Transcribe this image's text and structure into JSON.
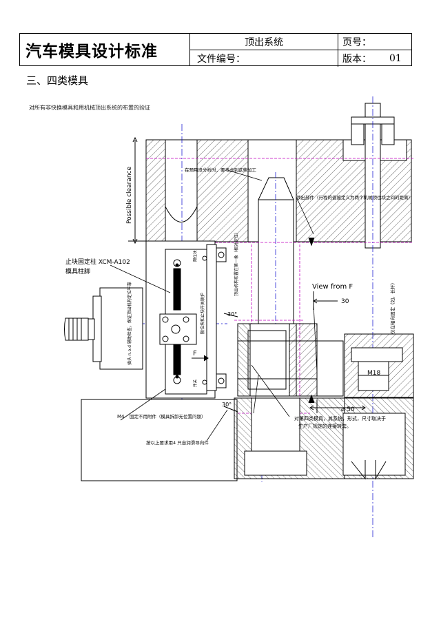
{
  "header": {
    "title": "汽车模具设计标准",
    "system": "顶出系统",
    "file_no_label": "文件编号：",
    "page_label": "页号：",
    "version_label": "版本：",
    "version_value": "01"
  },
  "section_title": "三、四类模具",
  "drawing": {
    "caption": "对所有非快换模具和用机械顶出系统的布置的验证",
    "clearance": "Possible clearance",
    "note_machining": "在预用没分析时，要考虑到这些加工",
    "note_ejector": "顶出部件（行程的值被定义为两个机械顶住块之间的距离）",
    "stop_block": "止块固定柱 XCM-A102",
    "die_foot": "模具柱脚",
    "view_from_f": "View from F",
    "dim_30": "30",
    "dim_m18": "M18",
    "dim_phi50": "⌀ 50",
    "angle_30": "30°",
    "force_f": "F",
    "spec_m4": "M4",
    "note_m4": "固定不用附件（模具拆卸无位置问题）",
    "note_requirement": "按以上要求用4 只自润滑导向件",
    "note_class4": "对第四类模具，其系统，形式，尺寸取决于生产厂规定的连接转套。",
    "note_guide": "仅在轴向固定（如，长杆）",
    "note_limit": "限位块和止块开关联护",
    "note_pos": "顶出机构布置在第一象（相对定位）",
    "note_vertical": "插头 n.o.d 辅助检查，保证顶出机构定位牢靠",
    "small_block": "限位块",
    "small_switch": "开关"
  }
}
